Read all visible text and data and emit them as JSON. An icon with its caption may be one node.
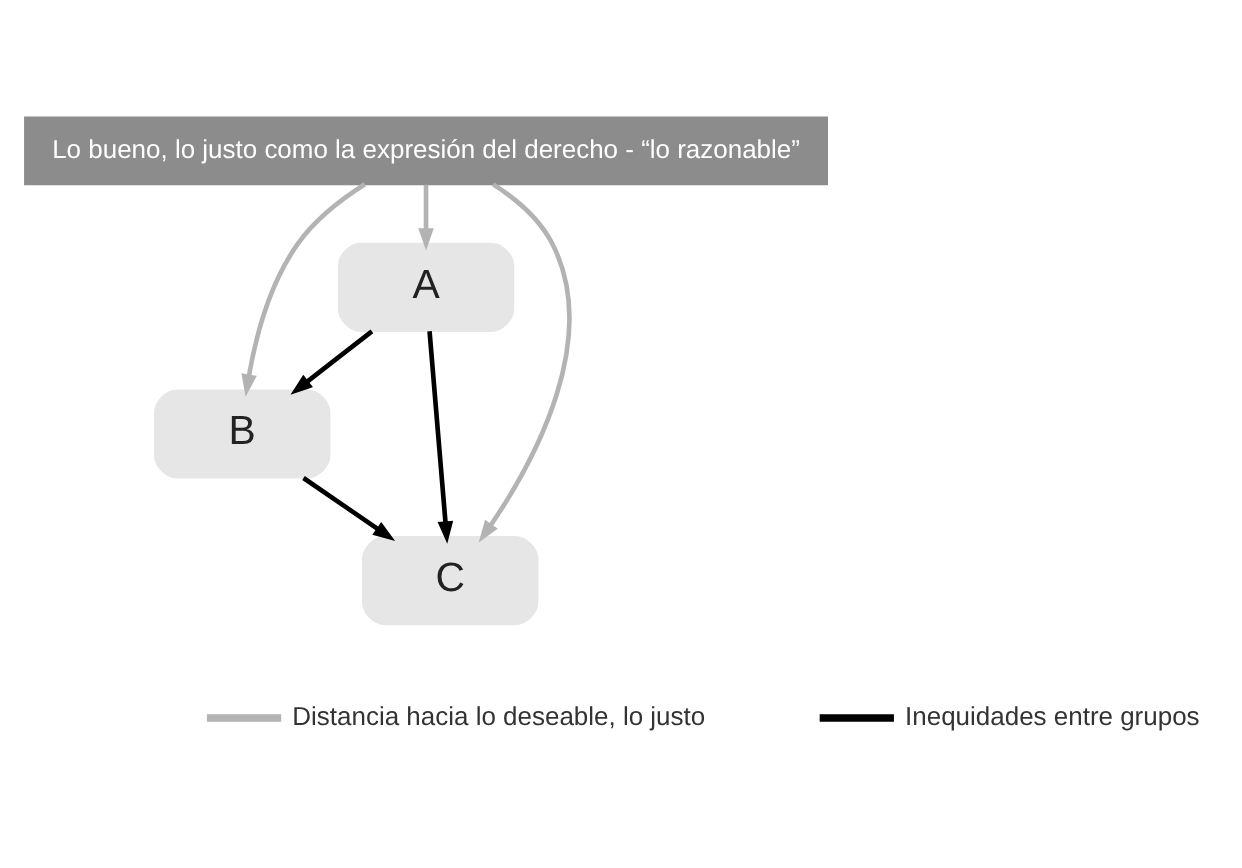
{
  "diagram": {
    "nodes": [
      {
        "text": [
          "Lo bueno, lo justo como la expresión del derecho - “lo razonable”"
        ]
      },
      {
        "text": [
          "A"
        ]
      },
      {
        "text": [
          "B"
        ]
      },
      {
        "text": [
          "C"
        ]
      }
    ],
    "edges": [
      {
        "from": 0,
        "to": 2,
        "arrow": "to",
        "color": "#b3b3b3"
      },
      {
        "from": 0,
        "to": 1,
        "arrow": "to",
        "color": "#b3b3b3"
      },
      {
        "from": 0,
        "to": 3,
        "arrow": "to",
        "color": "#b3b3b3"
      },
      {
        "from": 1,
        "to": 2,
        "arrow": "to",
        "color": "#000000"
      },
      {
        "from": 1,
        "to": 3,
        "arrow": "to",
        "color": "#000000"
      },
      {
        "from": 2,
        "to": 3,
        "arrow": "to",
        "color": "#000000"
      }
    ],
    "legend": [
      {
        "text": "Distancia hacia lo deseable, lo justo"
      },
      {
        "text": "Inequidades entre grupos"
      }
    ]
  }
}
